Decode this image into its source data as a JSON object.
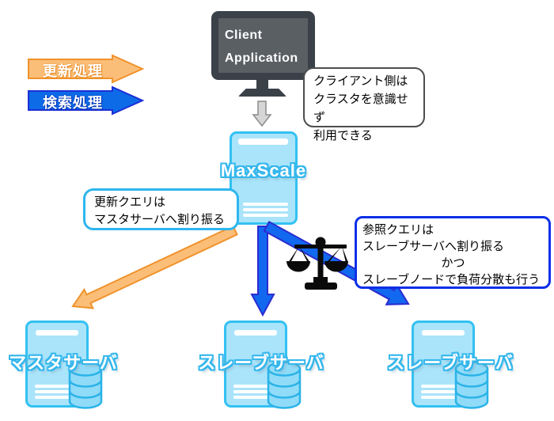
{
  "legend": {
    "update_label": "更新処理",
    "search_label": "検索処理"
  },
  "client": {
    "line1": "Client",
    "line2": "Application"
  },
  "maxscale_label": "MaxScale",
  "callouts": {
    "client_note": {
      "lines": [
        "クライアント側は",
        "クラスタを意識せず",
        "利用できる"
      ]
    },
    "update_note": {
      "lines": [
        "更新クエリは",
        "マスタサーバへ割り振る"
      ]
    },
    "select_note": {
      "lines": [
        "参照クエリは",
        "スレーブサーバへ割り振る",
        "かつ",
        "スレーブノードで負荷分散も行う"
      ]
    }
  },
  "servers": {
    "master": {
      "label": "マスタサーバ"
    },
    "slave_center": {
      "label": "スレーブサーバ"
    },
    "slave_right": {
      "label": "スレーブサーバ"
    }
  },
  "icons": {
    "balance_scale": "balance-scale-icon",
    "monitor": "monitor-icon",
    "database": "database-cylinder-icon",
    "gray_down_arrow": "down-arrow-icon"
  },
  "colors": {
    "update_arrow_fill": "#FBBE78",
    "update_arrow_stroke": "#F0922B",
    "search_arrow_fill": "#0D6BE8",
    "search_arrow_stroke": "#1D2FD6",
    "big_blue_fill": "#1268EE",
    "big_blue_stroke": "#2B2BD0",
    "server_fill": "#A9E4FB",
    "server_stroke": "#33C1F2",
    "cylinder_fill": "#90DBF8",
    "cylinder_stroke": "#2AB3E8",
    "monitor_frame": "#3A4149",
    "monitor_screen": "#5A5F64",
    "client_note_border": "#4D4D4D",
    "update_note_border": "#2EB6EE",
    "select_note_border": "#0C2FE8",
    "gray_arrow_fill": "#D6D6D6"
  }
}
